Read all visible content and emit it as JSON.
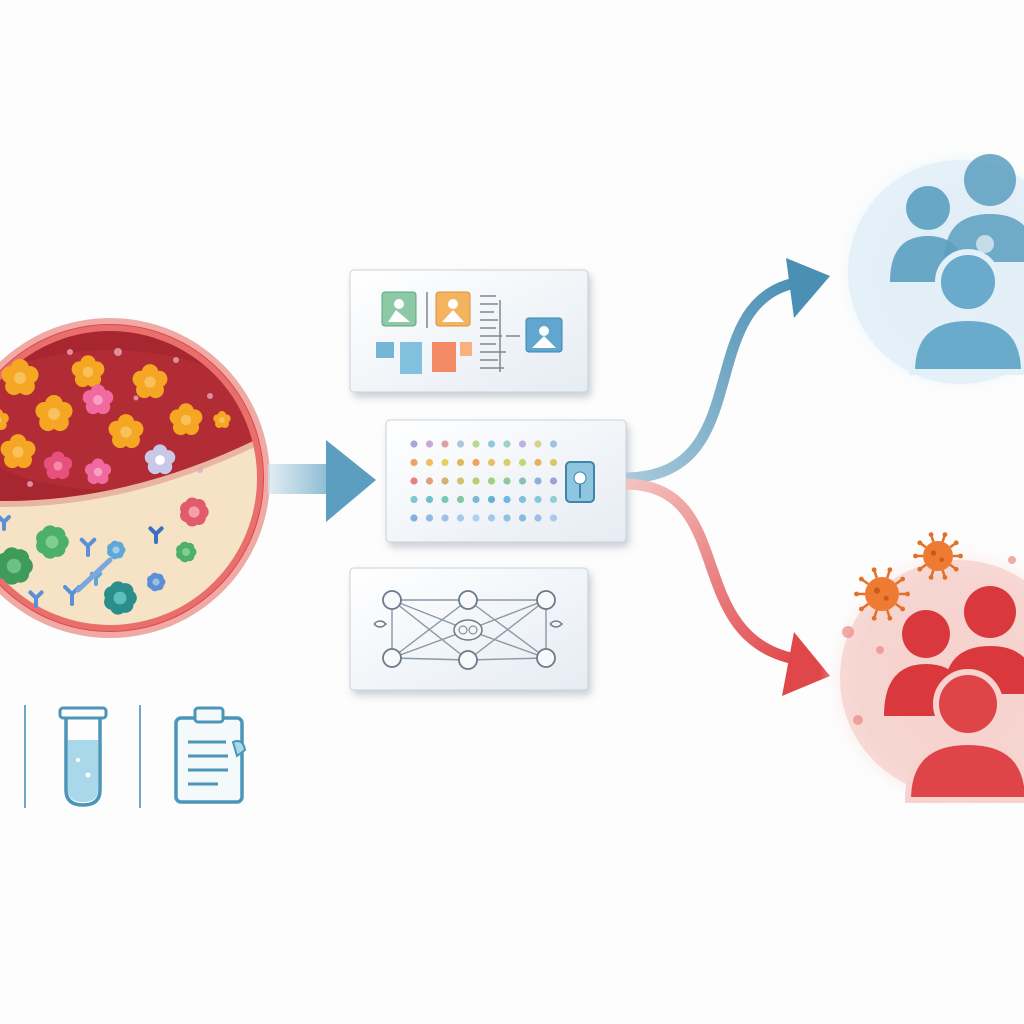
{
  "diagram": {
    "source": {
      "label": "",
      "icons": [
        "test-tube-icon",
        "clipboard-icon"
      ]
    },
    "panels": [
      {
        "id": "image-features",
        "icon": "image-grid-icon"
      },
      {
        "id": "dot-matrix",
        "icon": "dot-matrix-icon"
      },
      {
        "id": "neural-network",
        "icon": "network-icon"
      }
    ],
    "outcomes": [
      {
        "id": "healthy-group",
        "color": "#5b9ec0",
        "icon": "people-group-icon"
      },
      {
        "id": "disease-group",
        "color": "#e0474a",
        "icon": "people-group-virus-icon"
      }
    ],
    "colors": {
      "vessel_wall": "#e0474a",
      "blood": "#a8262f",
      "tissue": "#f6e3c6",
      "arrow_blue": "#5b9ec0",
      "arrow_red": "#e0474a",
      "icon_stroke": "#4a95b8"
    }
  }
}
